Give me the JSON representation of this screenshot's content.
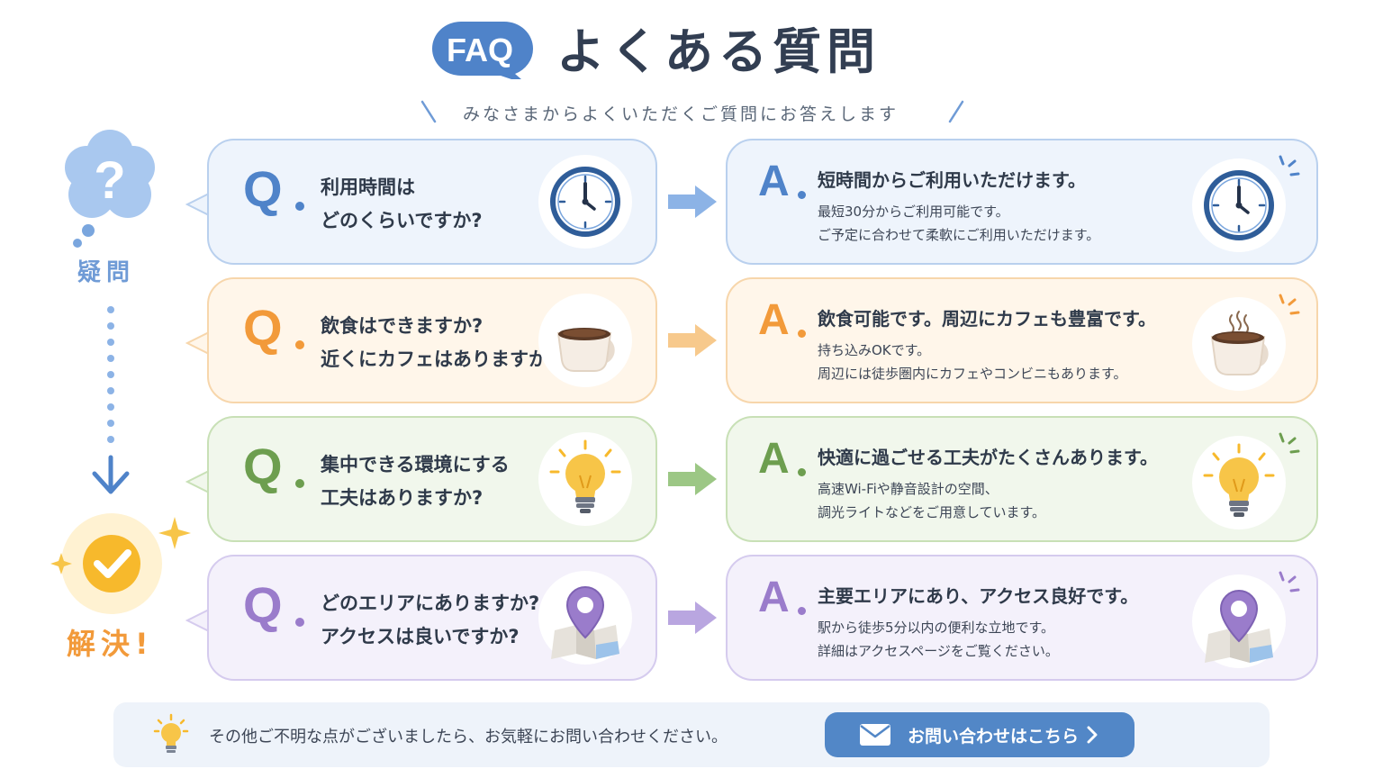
{
  "header": {
    "badge": "FAQ",
    "title": "よくある質問",
    "subtitle": "みなさまからよくいただくご質問にお答えします"
  },
  "flow": {
    "start_label": "疑問",
    "end_label": "解決!"
  },
  "faqs": [
    {
      "theme": "blue",
      "q_letter": "Q",
      "a_letter": "A",
      "question_line1": "利用時間は",
      "question_line2": "どのくらいですか?",
      "answer_title": "短時間からご利用いただけます。",
      "answer_line1": "最短30分からご利用可能です。",
      "answer_line2": "ご予定に合わせて柔軟にご利用いただけます。",
      "icon": "clock-icon"
    },
    {
      "theme": "orange",
      "q_letter": "Q",
      "a_letter": "A",
      "question_line1": "飲食はできますか?",
      "question_line2": "近くにカフェはありますか?",
      "answer_title": "飲食可能です。周辺にカフェも豊富です。",
      "answer_line1": "持ち込みOKです。",
      "answer_line2": "周辺には徒歩圏内にカフェやコンビニもあります。",
      "icon": "coffee-cup-icon"
    },
    {
      "theme": "green",
      "q_letter": "Q",
      "a_letter": "A",
      "question_line1": "集中できる環境にする",
      "question_line2": "工夫はありますか?",
      "answer_title": "快適に過ごせる工夫がたくさんあります。",
      "answer_line1": "高速Wi-Fiや静音設計の空間、",
      "answer_line2": "調光ライトなどをご用意しています。",
      "icon": "light-bulb-icon"
    },
    {
      "theme": "purple",
      "q_letter": "Q",
      "a_letter": "A",
      "question_line1": "どのエリアにありますか?",
      "question_line2": "アクセスは良いですか?",
      "answer_title": "主要エリアにあり、アクセス良好です。",
      "answer_line1": "駅から徒歩5分以内の便利な立地です。",
      "answer_line2": "詳細はアクセスページをご覧ください。",
      "icon": "map-pin-icon"
    }
  ],
  "themes": {
    "blue": {
      "accent": "#4f83c9",
      "card_bg": "#eef4fc",
      "border": "#b9d0ee",
      "arrow": "#8cb3e6"
    },
    "orange": {
      "accent": "#f29a3a",
      "card_bg": "#fff6ea",
      "border": "#f7d6ab",
      "arrow": "#f7c98c"
    },
    "green": {
      "accent": "#6d9e4f",
      "card_bg": "#f1f7ec",
      "border": "#c8e0b6",
      "arrow": "#9cc785"
    },
    "purple": {
      "accent": "#9a7ccb",
      "card_bg": "#f4f1fb",
      "border": "#d5cbee",
      "arrow": "#b9a6e0"
    }
  },
  "footer": {
    "note": "その他ご不明な点がございましたら、お気軽にお問い合わせください。",
    "contact_label": "お問い合わせはこちら"
  }
}
